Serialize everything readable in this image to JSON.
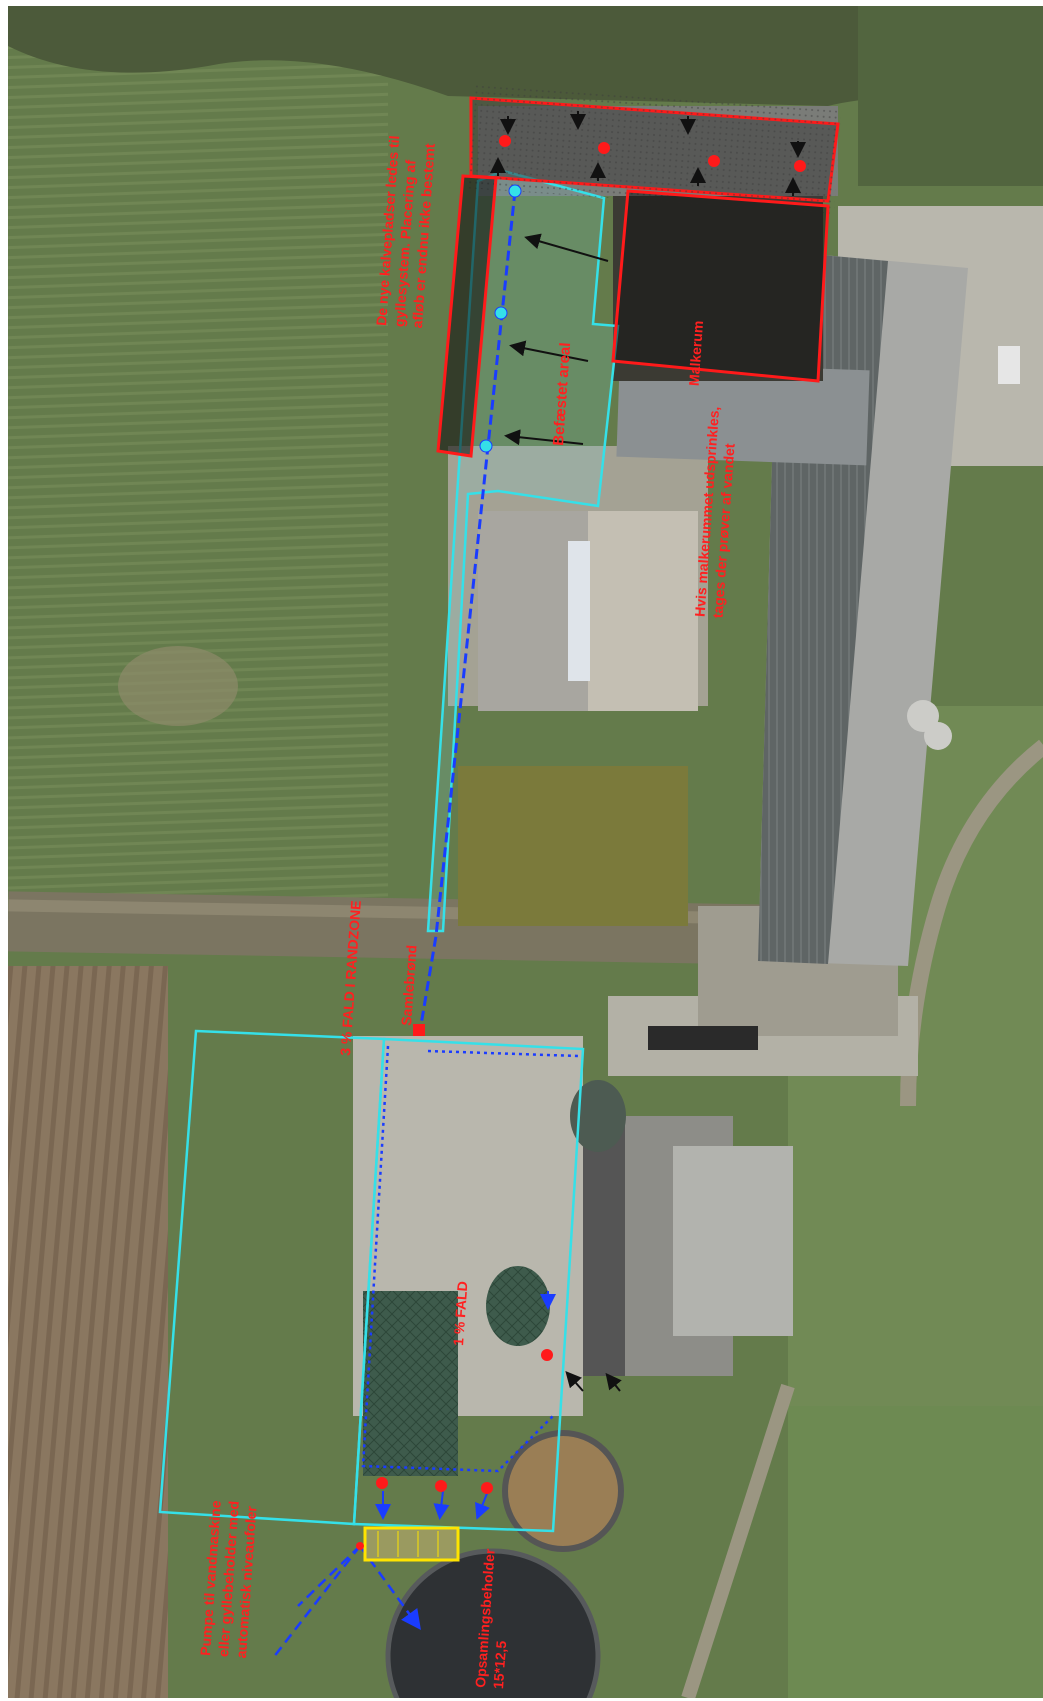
{
  "map": {
    "labels": {
      "kalvepladser_1": "De nye kalvepladser ledes til",
      "kalvepladser_2": "gyllesystem. Placering af",
      "kalvepladser_3": "afløb er endnu ikke bestemt",
      "befaestet": "Befæstet areal",
      "malkerum_title": "Malkerum",
      "malkerum_1": "Hvis malkerummet udsprinkles,",
      "malkerum_2": "tages der prøver af vandet",
      "randzone": "3 % FALD I RANDZONE",
      "samlebrond": "Samlebrønd",
      "fald_1pct": "1 % FALD",
      "pumpe_1": "Pumpe til vandmaskine",
      "pumpe_2": "eller gyllebeholder med",
      "pumpe_3": "automatisk niveaufoler",
      "opsamling_1": "Opsamlingsbeholder",
      "opsamling_2": "15*12,5"
    },
    "colors": {
      "boundary": "#ff1a1a",
      "drain_area": "#35e0e8",
      "drain_line": "#1a3cff",
      "pump": "#ffe400",
      "grass": "#5f7a47",
      "field_brown": "#8a7760",
      "roof_grey": "#7f8585",
      "concrete": "#b9b7ad"
    },
    "icons": [
      "drain-point-icon",
      "flow-arrow-icon",
      "pump-icon"
    ]
  }
}
